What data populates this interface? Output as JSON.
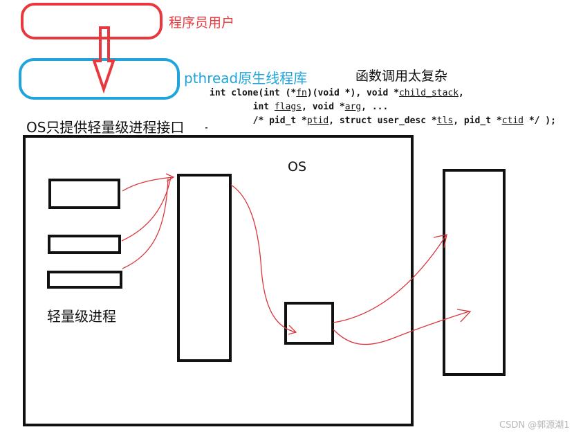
{
  "labels": {
    "programmer_user": "程序员用户",
    "pthread_lib": "pthread原生线程库",
    "clone_too_complex": "函数调用太复杂",
    "os_interface": "OS只提供轻量级进程接口",
    "os": "OS",
    "lightweight_process": "轻量级进程",
    "watermark": "CSDN @郭源潮1"
  },
  "code": {
    "line1": [
      "int clone(int (*",
      "fn",
      ")(void *), void *",
      "child_stack",
      ","
    ],
    "line2": [
      "        int ",
      "flags",
      ", void *",
      "arg",
      ", ..."
    ],
    "line3": [
      "        /* pid_t *",
      "ptid",
      ", struct user_desc *",
      "tls",
      ", pid_t *",
      "ctid",
      " */ );"
    ]
  },
  "colors": {
    "user_box": "#e8383d",
    "library_box": "#1fa5dc",
    "arrows": "#d9363c",
    "outline": "#111111"
  }
}
